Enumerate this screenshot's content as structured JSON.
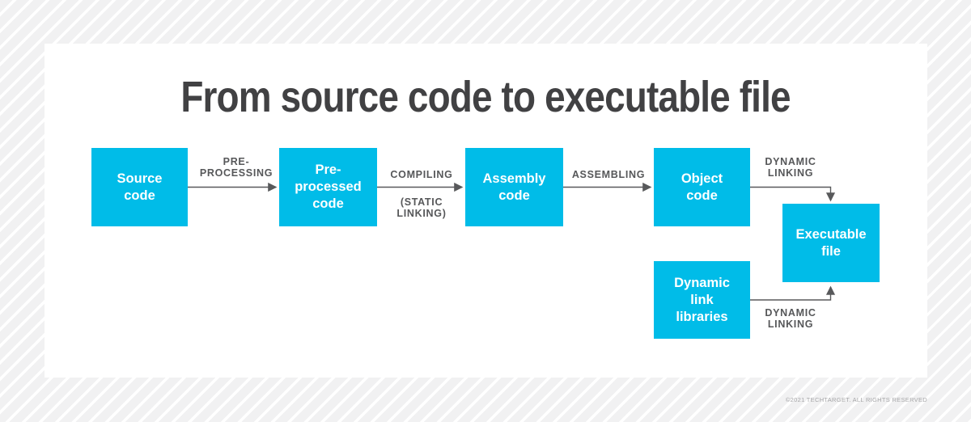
{
  "title": "From source code to executable file",
  "footer": "©2021 TECHTARGET. ALL RIGHTS RESERVED",
  "colors": {
    "node_fill": "#00bce8",
    "node_text": "#ffffff",
    "arrow": "#58595b",
    "edge_label_text": "#565759",
    "title_text": "#414143",
    "card_background": "#ffffff",
    "background_stripe": "#f1f1f2"
  },
  "diagram": {
    "nodes": [
      {
        "id": "source-code",
        "label": "Source\ncode"
      },
      {
        "id": "pre-processed-code",
        "label": "Pre-\nprocessed\ncode"
      },
      {
        "id": "assembly-code",
        "label": "Assembly\ncode"
      },
      {
        "id": "object-code",
        "label": "Object\ncode"
      },
      {
        "id": "executable-file",
        "label": "Executable\nfile"
      },
      {
        "id": "dynamic-link-libraries",
        "label": "Dynamic\nlink\nlibraries"
      }
    ],
    "edge_labels": [
      {
        "id": "pre-processing",
        "label": "PRE-\nPROCESSING"
      },
      {
        "id": "compiling",
        "label": "COMPILING"
      },
      {
        "id": "static-linking",
        "label": "(STATIC\nLINKING)"
      },
      {
        "id": "assembling",
        "label": "ASSEMBLING"
      },
      {
        "id": "dynamic-linking-object",
        "label": "DYNAMIC\nLINKING"
      },
      {
        "id": "dynamic-linking-dll",
        "label": "DYNAMIC\nLINKING"
      }
    ]
  }
}
